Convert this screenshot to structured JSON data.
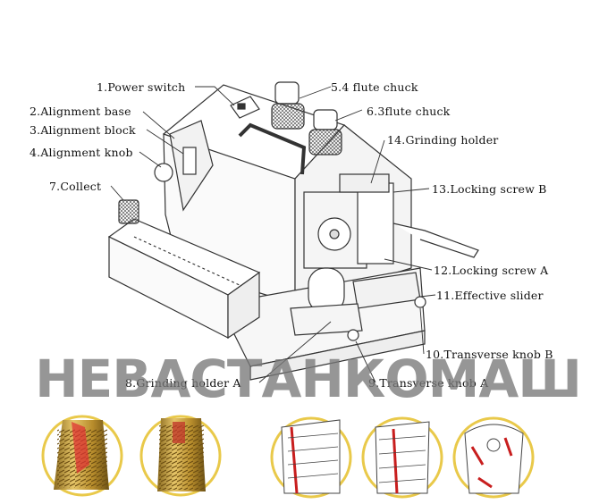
{
  "labels": {
    "power_switch": "1.Power switch",
    "alignment_base": "2.Alignment base",
    "alignment_block": "3.Alignment block",
    "alignment_knob": "4.Alignment knob",
    "flute_chuck_4": "5.4 flute chuck",
    "flute_chuck_3": "6.3flute chuck",
    "collect": "7.Collect",
    "grinding_holder_a": "8.Grinding holder A",
    "transverse_knob_a": "9.Transverse knob A",
    "transverse_knob_b": "10.Transverse knob B",
    "effective_slider": "11.Effective slider",
    "locking_screw_a": "12.Locking screw A",
    "locking_screw_b": "13.Locking screw B",
    "grinding_holder": "14.Grinding holder"
  },
  "watermark": "НЕВАСТАНКОМАШ",
  "colors": {
    "line": "#333333",
    "gold": "#c9a243",
    "red": "#c81e1e",
    "ring": "#e9c94a"
  },
  "samples": [
    "tap-gold-left",
    "tap-gold-right",
    "tap-sketch-1",
    "tap-sketch-2",
    "tap-sketch-3"
  ]
}
